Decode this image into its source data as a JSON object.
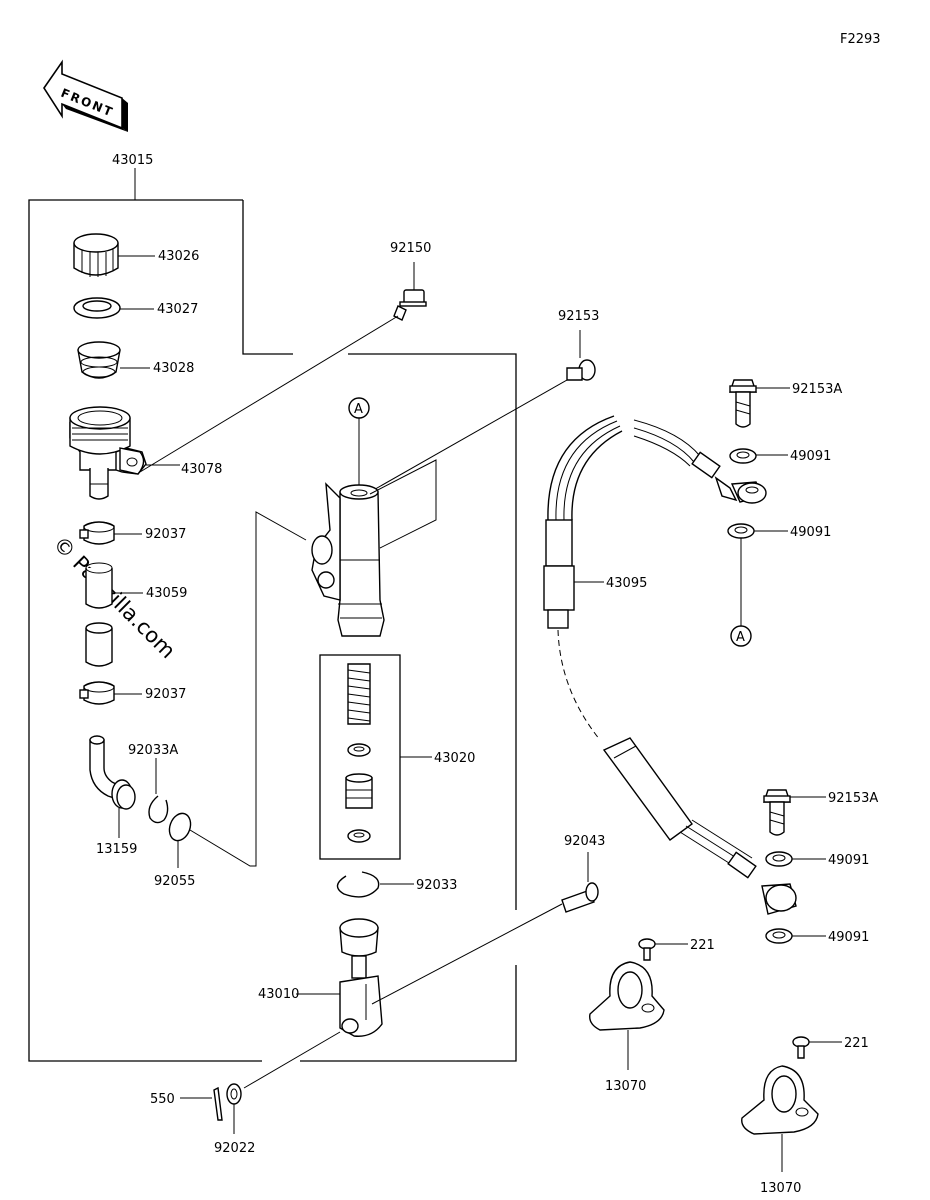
{
  "figure_code": "F2293",
  "front_label": "FRONT",
  "watermark": "© Partzilla.com",
  "callout_a": "A",
  "labels": {
    "43015": "43015",
    "43026": "43026",
    "43027": "43027",
    "43028": "43028",
    "43078": "43078",
    "92037": "92037",
    "43059": "43059",
    "92033A": "92033A",
    "13159": "13159",
    "92055": "92055",
    "92150": "92150",
    "92153": "92153",
    "43020": "43020",
    "92033": "92033",
    "43010": "43010",
    "550": "550",
    "92022": "92022",
    "92043": "92043",
    "92153A": "92153A",
    "49091": "49091",
    "43095": "43095",
    "221": "221",
    "13070": "13070"
  }
}
